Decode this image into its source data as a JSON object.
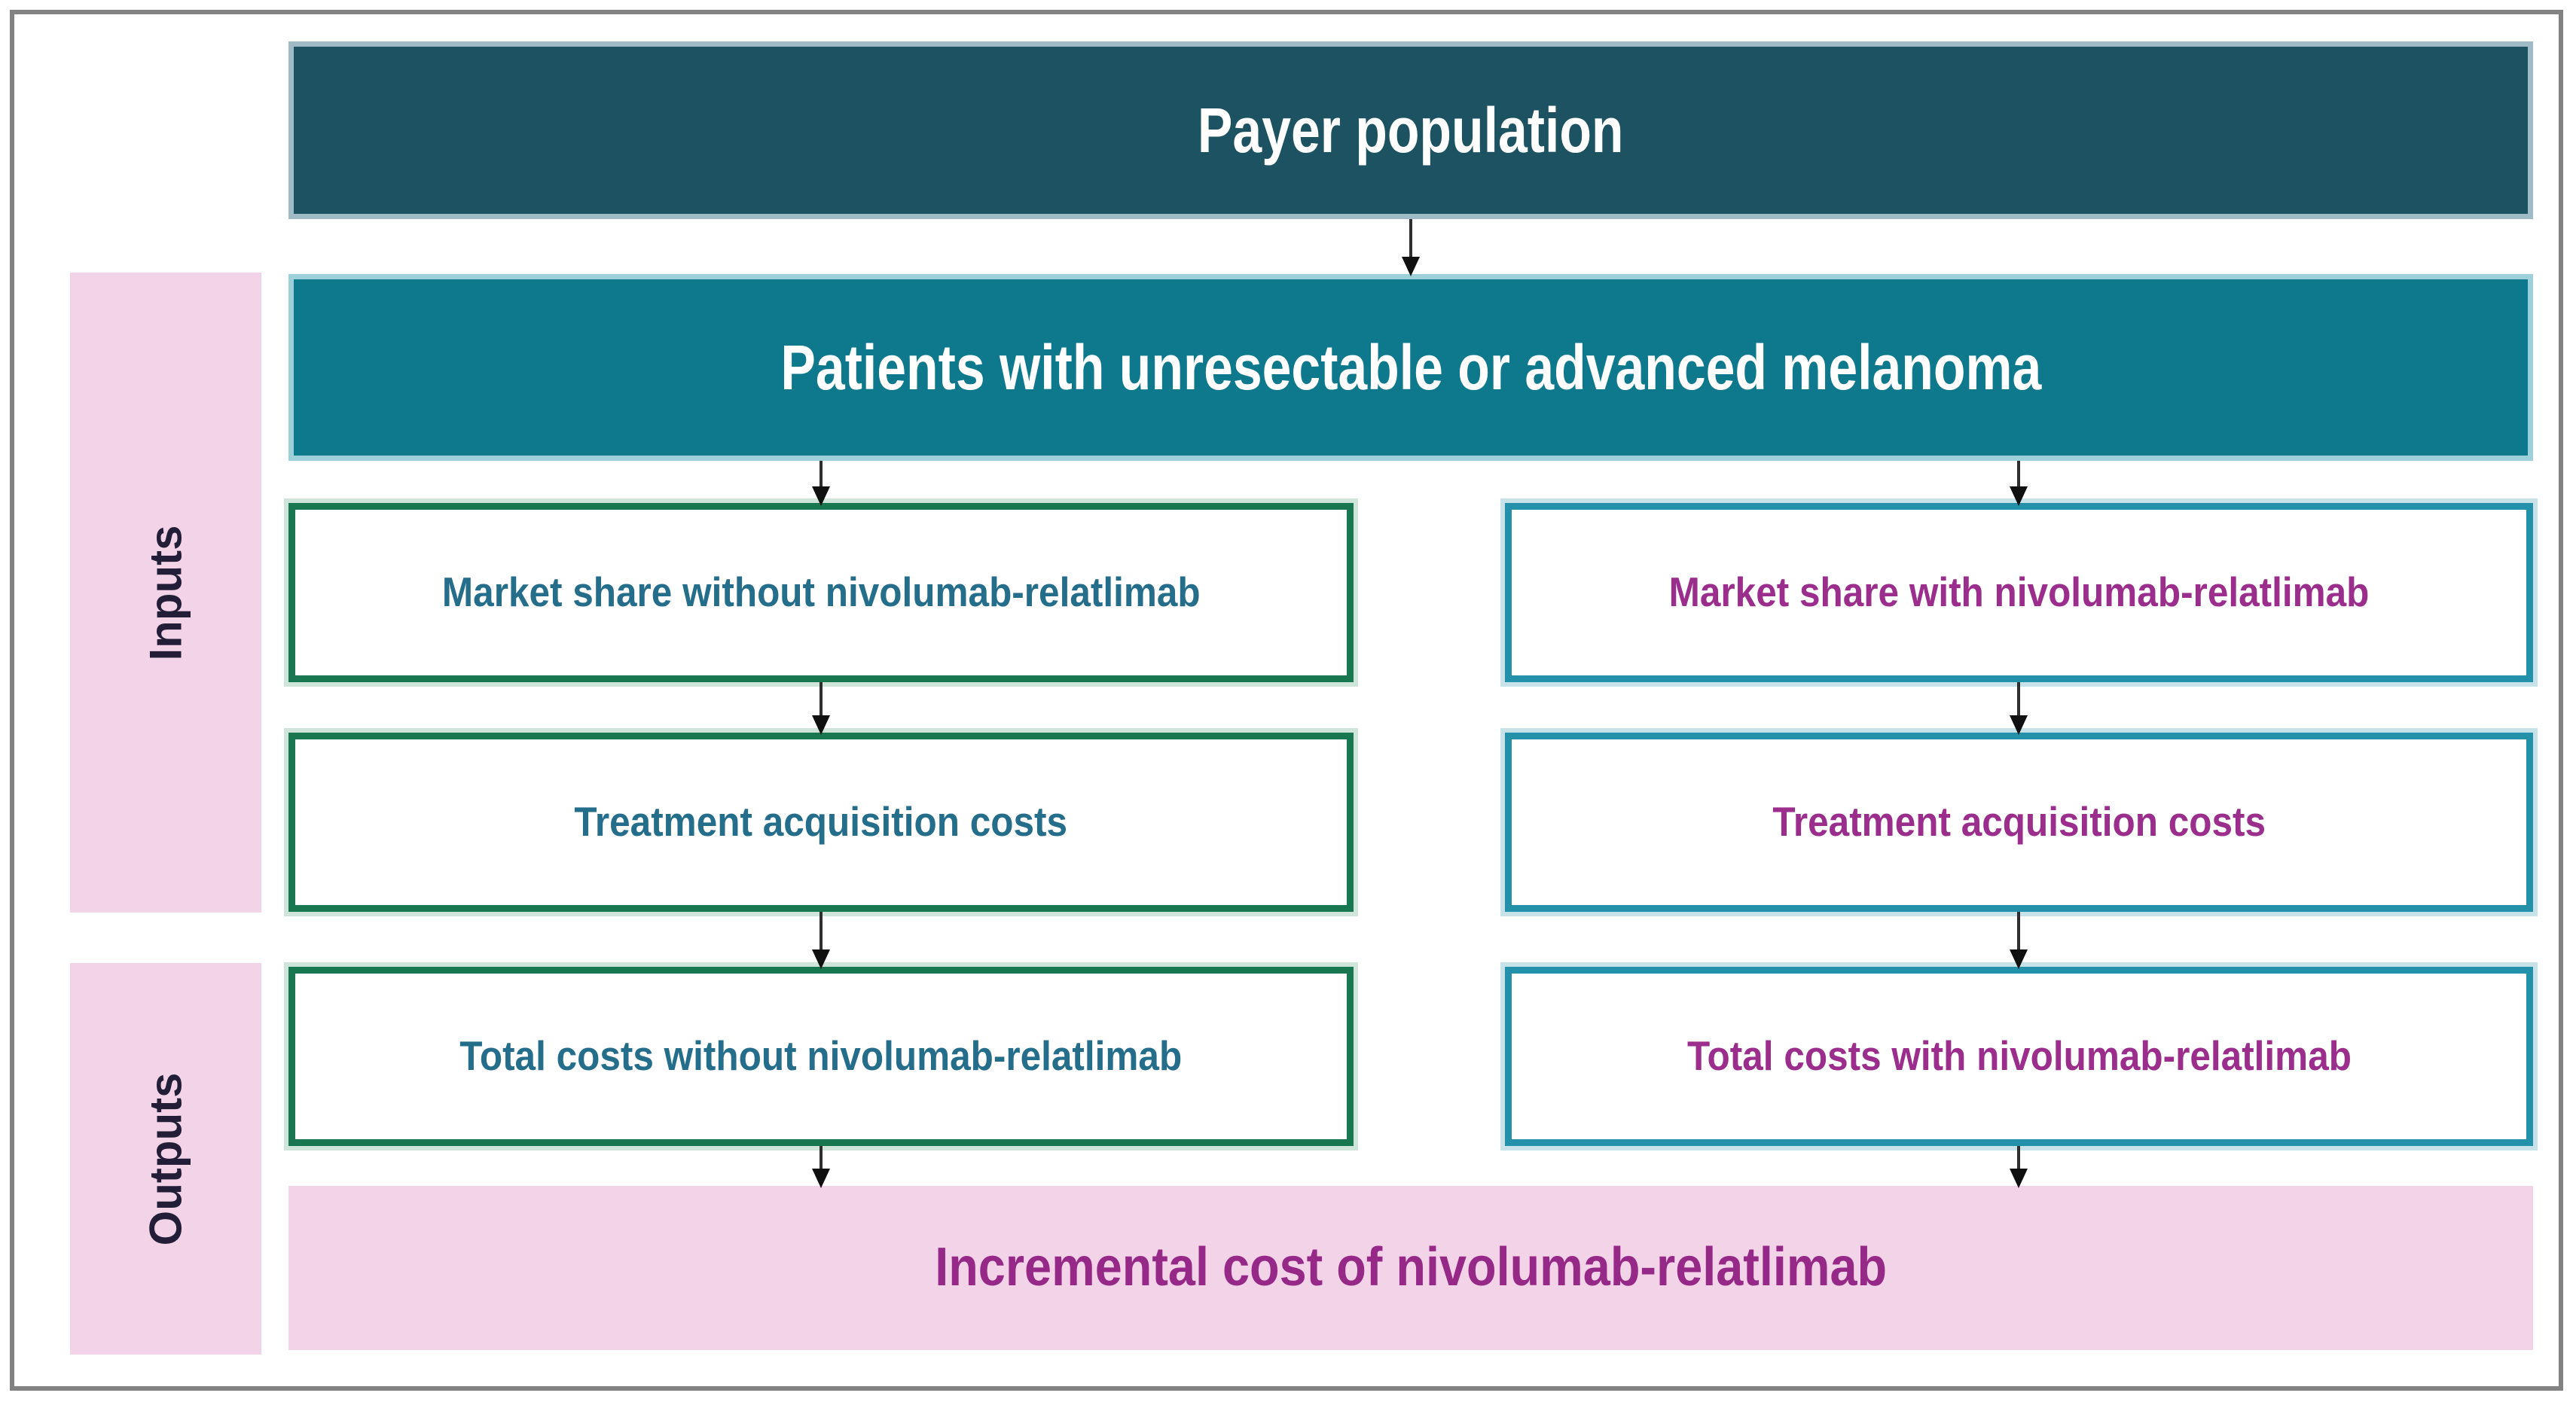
{
  "boxes": {
    "payer": {
      "label": "Payer population"
    },
    "patients": {
      "label": "Patients with unresectable or advanced melanoma"
    },
    "left_column": [
      {
        "label": "Market share without nivolumab-relatlimab"
      },
      {
        "label": "Treatment acquisition costs"
      },
      {
        "label": "Total costs without nivolumab-relatlimab"
      }
    ],
    "right_column": [
      {
        "label": "Market share with nivolumab-relatlimab"
      },
      {
        "label": "Treatment acquisition costs"
      },
      {
        "label": "Total costs with nivolumab-relatlimab"
      }
    ],
    "incremental": {
      "label": "Incremental cost of nivolumab-relatlimab"
    }
  },
  "side_labels": {
    "inputs": "Inputs",
    "outputs": "Outputs"
  },
  "colors": {
    "payer_fill": "#1C5261",
    "patients_fill": "#0E798C",
    "without_arm_border": "#187750",
    "with_arm_border": "#2391AA",
    "without_arm_text": "#256E8B",
    "with_arm_text": "#9B2D8C",
    "pink_fill": "#F3D3E8",
    "incremental_text": "#962887",
    "banner_text": "#FFFFFF",
    "arrow": "#101010",
    "frame_border": "#828282"
  }
}
